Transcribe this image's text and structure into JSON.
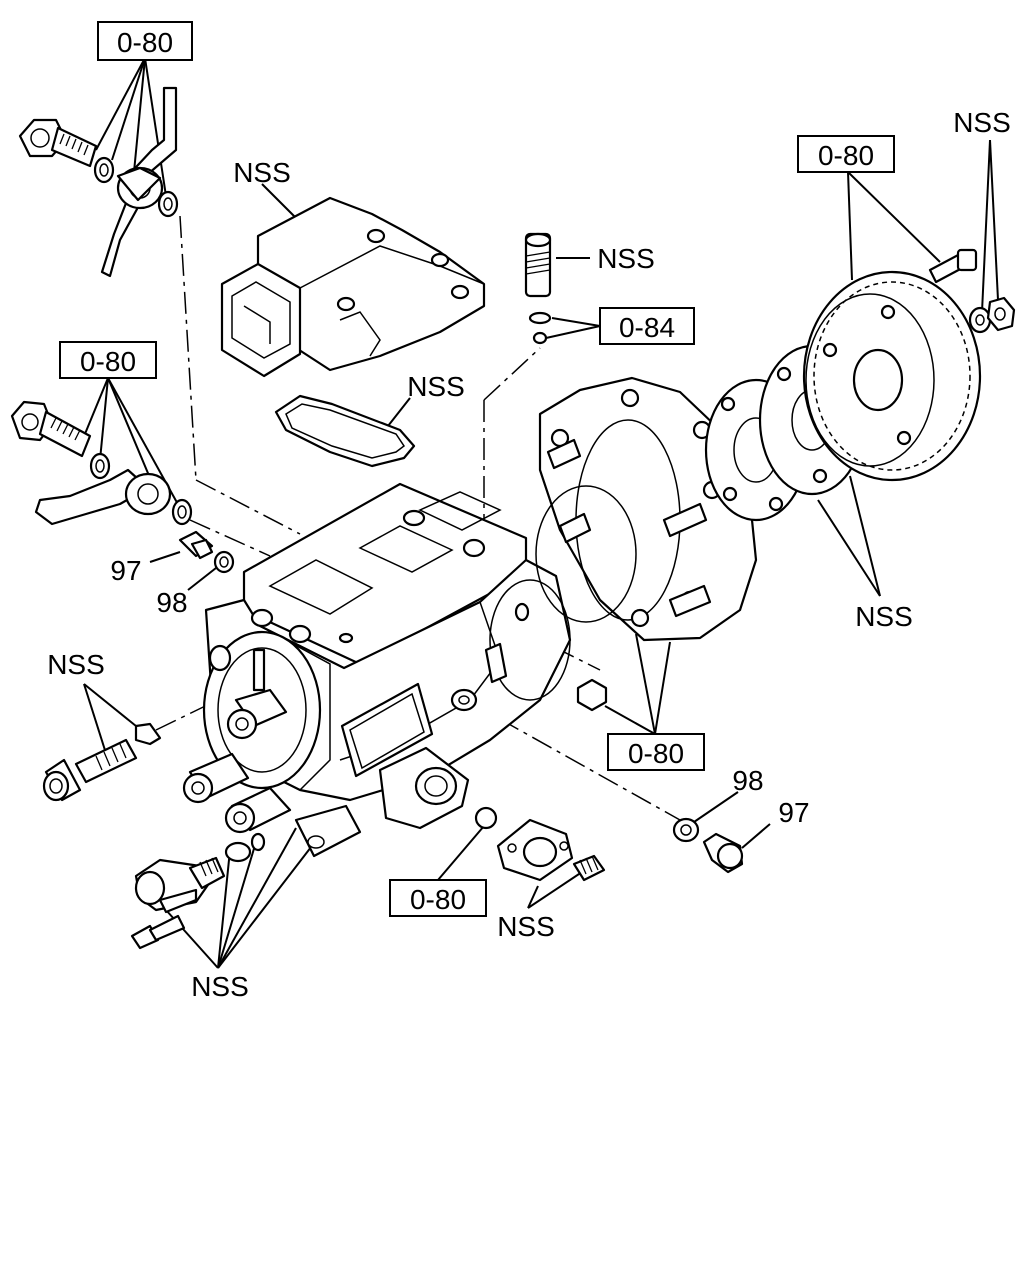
{
  "labels": {
    "ref_tl": "0-80",
    "ref_ml": "0-80",
    "ref_gear": "0-80",
    "ref_oring": "0-84",
    "ref_flange": "0-80",
    "ref_bottom": "0-80",
    "nss_module": "NSS",
    "nss_valve": "NSS",
    "nss_gasket": "NSS",
    "nss_nut": "NSS",
    "nss_plates": "NSS",
    "nss_fitting": "NSS",
    "nss_cover": "NSS",
    "nss_bottom": "NSS",
    "p97_left": "97",
    "p98_left": "98",
    "p98_right": "98",
    "p97_right": "97"
  }
}
